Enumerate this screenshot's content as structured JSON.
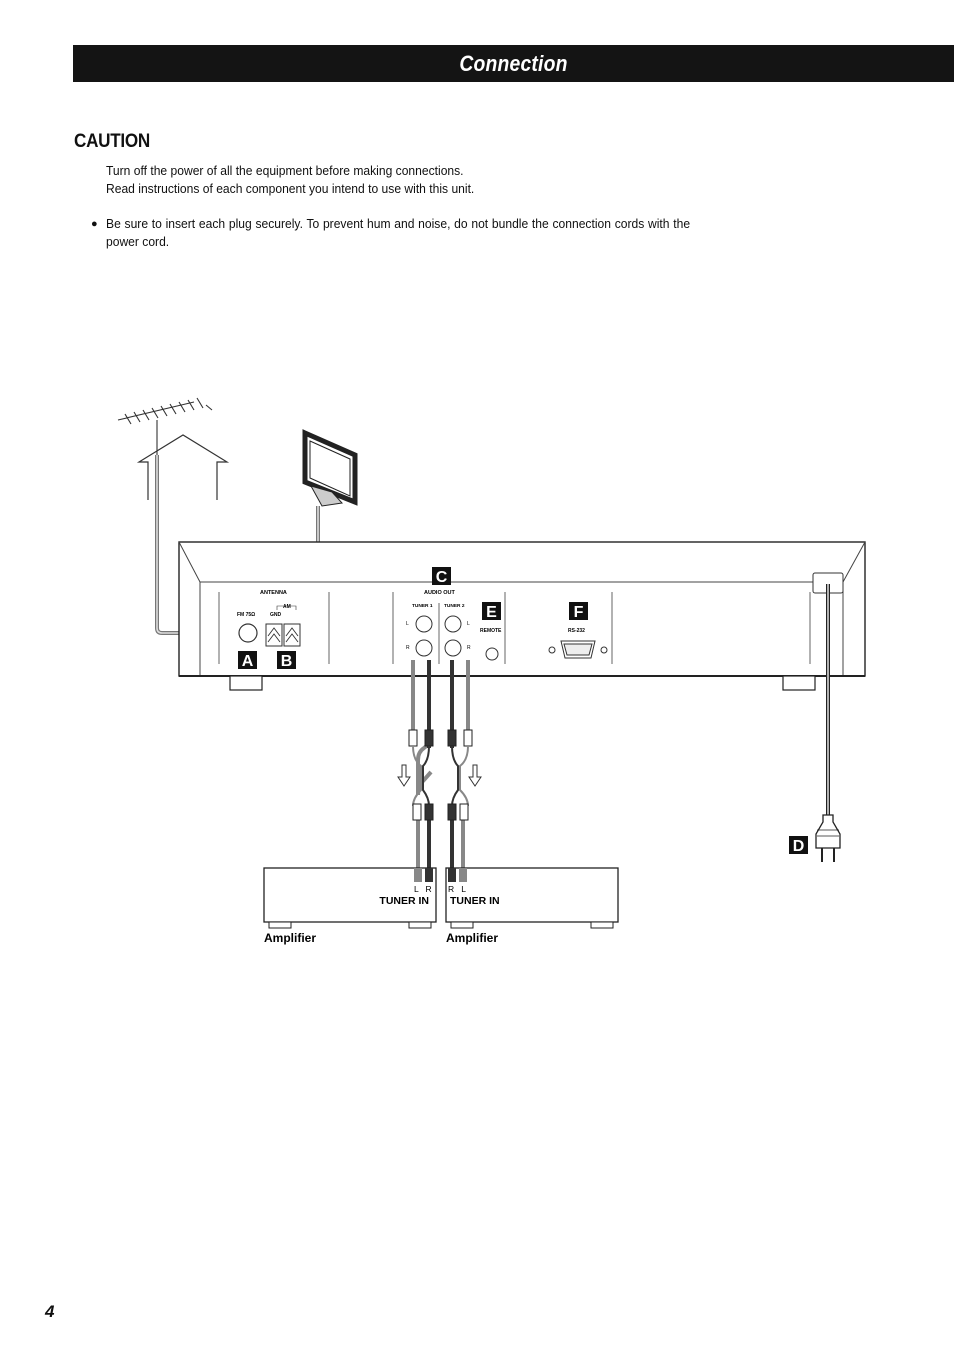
{
  "header": {
    "title": "Connection"
  },
  "caution": {
    "heading": "CAUTION",
    "lines": [
      "Turn off the power of all the equipment before making connections.",
      "Read instructions of each component you intend to use with this unit."
    ],
    "bullet": "Be sure to insert each plug securely. To prevent hum and noise, do not bundle the connection cords with the power cord."
  },
  "diagram": {
    "panel_labels": {
      "antenna": "ANTENNA",
      "fm": "FM 75Ω",
      "am": "AM",
      "gnd": "GND",
      "audio_out": "AUDIO OUT",
      "tuner1": "TUNER 1",
      "tuner2": "TUNER 2",
      "l": "L",
      "r": "R",
      "remote": "REMOTE",
      "rs232": "RS-232"
    },
    "callouts": {
      "a": "A",
      "b": "B",
      "c": "C",
      "d": "D",
      "e": "E",
      "f": "F"
    },
    "amplifiers": [
      {
        "lr": "L   R",
        "jack": "TUNER IN",
        "name": "Amplifier"
      },
      {
        "lr": "R   L",
        "jack": "TUNER IN",
        "name": "Amplifier"
      }
    ]
  },
  "footer": {
    "page_number": "4"
  }
}
